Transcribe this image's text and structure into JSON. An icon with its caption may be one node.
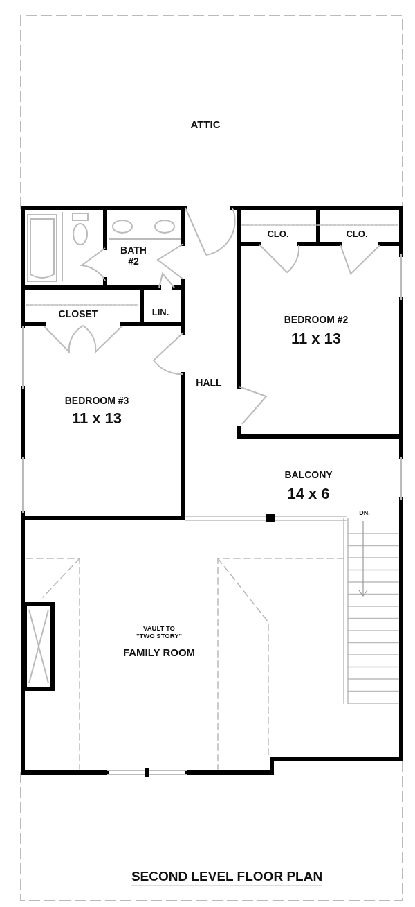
{
  "diagram": {
    "caption": "SECOND LEVEL FLOOR PLAN",
    "labels": [
      "ATTIC",
      "BATH #2",
      "CLO.",
      "CLO.",
      "CLOSET",
      "LIN.",
      "BEDROOM #2",
      "11 x 13",
      "HALL",
      "BEDROOM #3",
      "11 x 13",
      "BALCONY",
      "14 x 6",
      "DN.",
      "VAULT TO \"TWO STORY\"",
      "FAMILY ROOM"
    ]
  }
}
